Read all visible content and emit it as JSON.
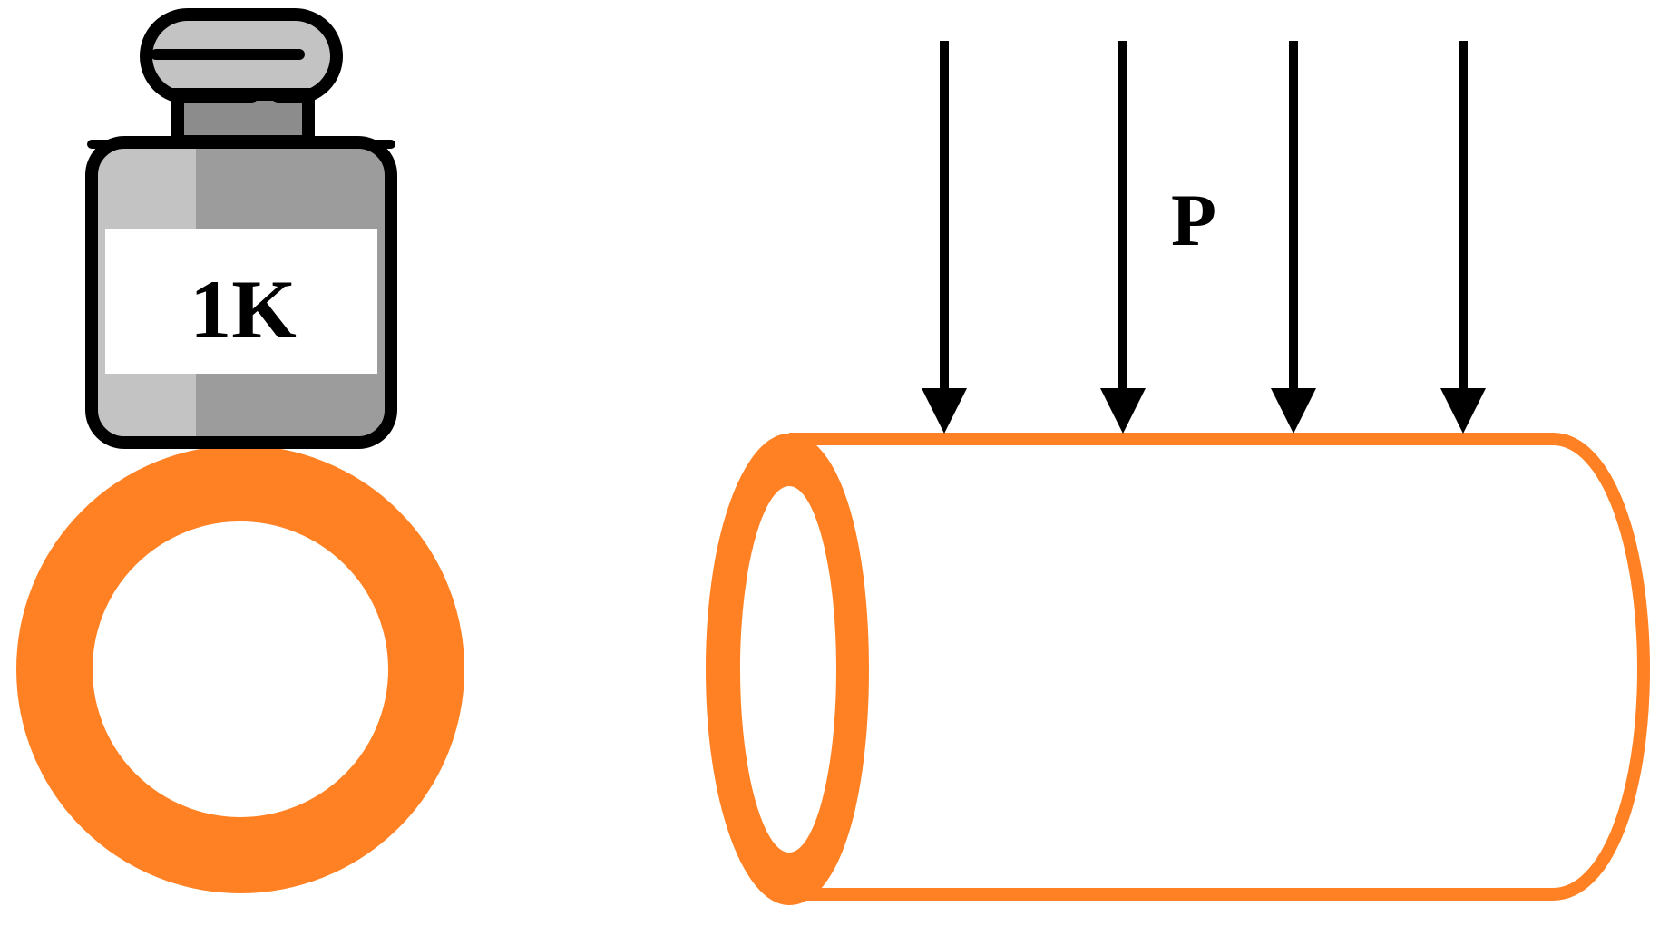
{
  "weight": {
    "label": "1K"
  },
  "load": {
    "label": "P",
    "arrow_count": 4
  },
  "colors": {
    "pipe": "#FF8124",
    "weight_light": "#C3C3C3",
    "weight_dark": "#9C9C9C",
    "weight_neck": "#8C8C8C",
    "outline": "#000000",
    "label_bg": "#FFFFFF"
  }
}
